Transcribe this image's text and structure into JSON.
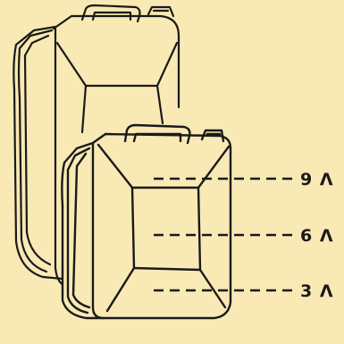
{
  "colors": {
    "background": "#f9e9b4",
    "ink": "#1a1a1a"
  },
  "icons": {
    "back_can": "jerry-can-icon",
    "front_can": "jerry-can-icon"
  },
  "levels": [
    {
      "label": "9 Λ"
    },
    {
      "label": "6 Λ"
    },
    {
      "label": "3 Λ"
    }
  ]
}
